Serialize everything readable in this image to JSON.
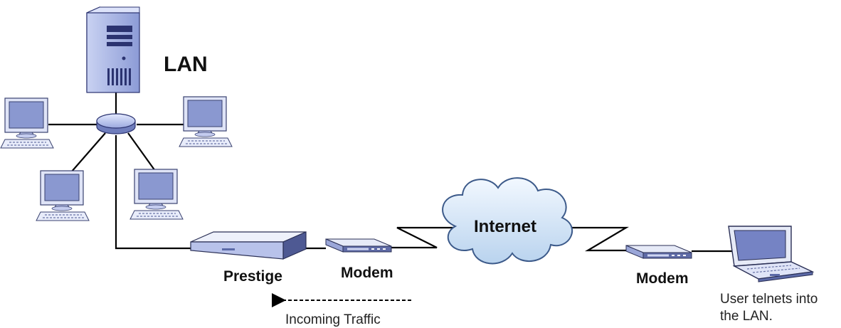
{
  "labels": {
    "lan": "LAN",
    "prestige": "Prestige",
    "modem_local": "Modem",
    "modem_remote": "Modem",
    "internet": "Internet",
    "incoming_traffic": "Incoming Traffic",
    "user_line1": "User telnets into",
    "user_line2": "the LAN."
  },
  "icons": {
    "server": "server-tower-icon",
    "hub": "network-hub-icon",
    "workstation": "desktop-computer-icon",
    "router": "prestige-router-icon",
    "modem": "modem-icon",
    "cloud": "internet-cloud-icon",
    "laptop": "laptop-icon"
  },
  "colors": {
    "device_blue": "#aab8e6",
    "device_dark": "#5c6aa8",
    "screen": "#8a98d0",
    "cloud_fill": "#d6e6f7",
    "line": "#000000"
  }
}
